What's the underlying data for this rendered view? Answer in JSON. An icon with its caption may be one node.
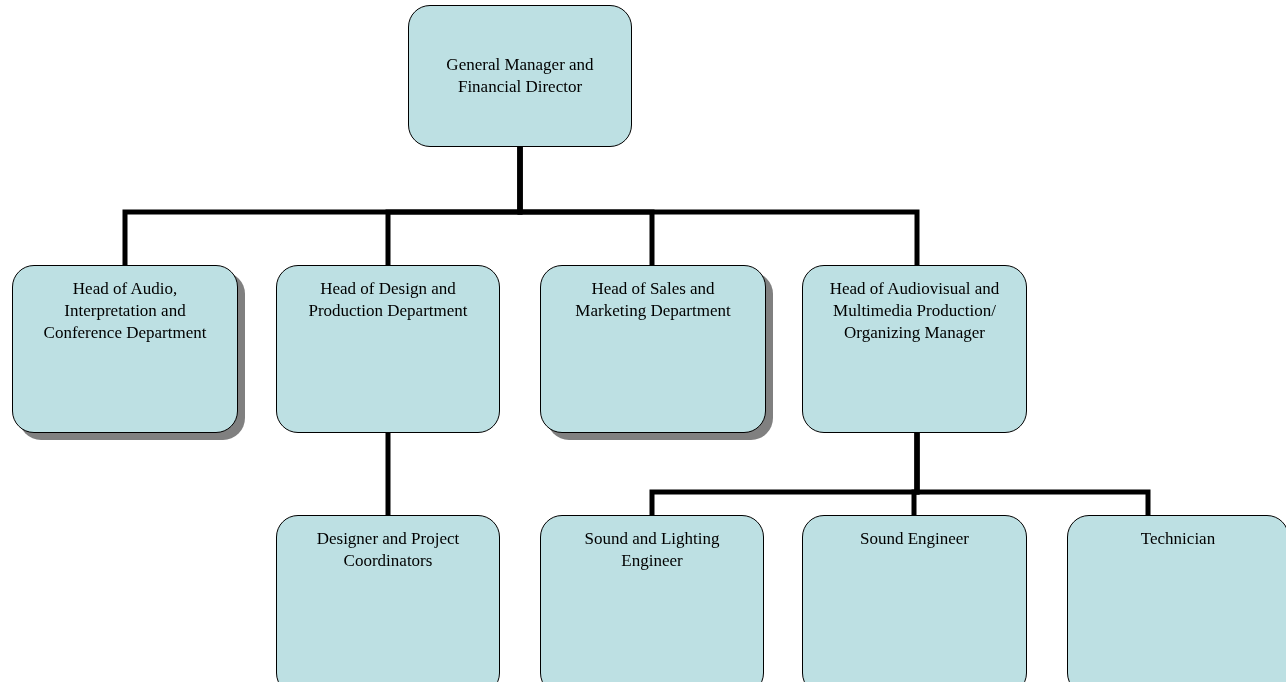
{
  "diagram": {
    "nodes": [
      {
        "text": [
          "General Manager and Financial Director"
        ]
      },
      {
        "text": [
          "Head of Audio, Interpretation and Conference Department"
        ]
      },
      {
        "text": [
          "Head of Design and Production Department"
        ]
      },
      {
        "text": [
          "Head of Sales and Marketing Department"
        ]
      },
      {
        "text": [
          "Head of Audiovisual and Multimedia Production/ Organizing Manager"
        ]
      },
      {
        "text": [
          "Designer and Project Coordinators"
        ]
      },
      {
        "text": [
          "Sound and Lighting Engineer"
        ]
      },
      {
        "text": [
          "Sound Engineer"
        ]
      },
      {
        "text": [
          "Technician"
        ]
      }
    ],
    "edges": [
      {
        "from": 0,
        "to": 1,
        "arrow": "none"
      },
      {
        "from": 0,
        "to": 2,
        "arrow": "none"
      },
      {
        "from": 0,
        "to": 3,
        "arrow": "none"
      },
      {
        "from": 0,
        "to": 4,
        "arrow": "none"
      },
      {
        "from": 2,
        "to": 5,
        "arrow": "none"
      },
      {
        "from": 4,
        "to": 6,
        "arrow": "none"
      },
      {
        "from": 4,
        "to": 7,
        "arrow": "none"
      },
      {
        "from": 4,
        "to": 8,
        "arrow": "none"
      }
    ]
  }
}
